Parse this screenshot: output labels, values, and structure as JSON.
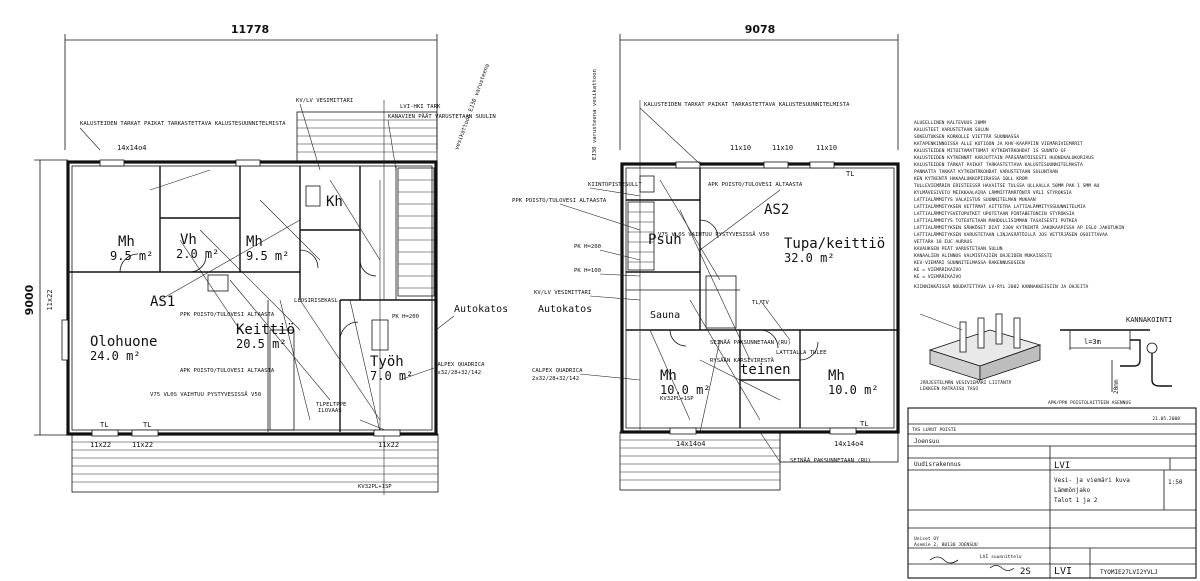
{
  "dimensions": {
    "left_width": "11778",
    "right_width": "9078",
    "height_main": "9000",
    "height_alt": "11x22"
  },
  "left_plan": {
    "rooms": [
      {
        "name": "Mh",
        "area": "9.5 m²",
        "key": "mh1"
      },
      {
        "name": "Mh",
        "area": "9.5 m²",
        "key": "mh2"
      },
      {
        "name": "Vh",
        "area": "2.0 m²",
        "key": "vh"
      },
      {
        "name": "Kh",
        "area": "",
        "key": "kh"
      },
      {
        "name": "AS1",
        "area": "",
        "key": "as1"
      },
      {
        "name": "Olohuone",
        "area": "24.0 m²",
        "key": "olohuone"
      },
      {
        "name": "Keittiö",
        "area": "20.5 m²",
        "key": "keittio"
      },
      {
        "name": "Työh",
        "area": "7.0 m²",
        "key": "tyoh"
      }
    ],
    "windows": [
      "14x14o4",
      "11x22",
      "11x22",
      "11x22"
    ],
    "labels": {
      "tl1": "TL",
      "tl2": "TL",
      "autokatos": "Autokatos",
      "kalustus": "KALUSTEIDEN TARKAT PAIKAT TARKASTETTAVA KALUSTESUUNNITELMISTA",
      "kv_vesi": "KV/LV VESIMITTARI",
      "lvi_hki": "LVI-HKI TARK",
      "kanava": "KANAVIEN PÄÄT VARUSTETAAN SUULIN",
      "vesikatto": "vesikattoon EJ30 varusteena",
      "ppk": "PPK POISTO/TULOVESI ALTAASTA",
      "apk": "APK POISTO/TULOVESI ALTAASTA",
      "v75": "V75 VL0S VAIHTUU PYSTYVESISSÄ V50",
      "pk_h200": "PK H=200",
      "kv32": "KV32PL+1SP",
      "calpex": "CALPEX QUADRICA",
      "calpex2": "2x32/28+32/142",
      "llosiseh": "LLOSIRISEKASL",
      "tlpelt": "TLPELTPPE",
      "ilovaas": "ILOVAAS"
    }
  },
  "right_plan": {
    "rooms": [
      {
        "name": "AS2",
        "area": "",
        "key": "as2"
      },
      {
        "name": "Tupa/keittiö",
        "area": "32.0 m²",
        "key": "tupa"
      },
      {
        "name": "Psuh",
        "area": "",
        "key": "psuh"
      },
      {
        "name": "Mh",
        "area": "10.0 m²",
        "key": "mh3"
      },
      {
        "name": "Mh",
        "area": "10.0 m²",
        "key": "mh4"
      },
      {
        "name": "teinen",
        "area": "",
        "key": "teinen"
      },
      {
        "name": "Sauna",
        "area": "",
        "key": "sauna"
      }
    ],
    "windows": [
      "11x10",
      "11x10",
      "11x10",
      "14x14o4",
      "14x14o4"
    ],
    "labels": {
      "tl1": "TL",
      "tl2": "TL",
      "kalustus": "KALUSTEIDEN TARKAT PAIKAT TARKASTETTAVA KALUSTESUUNNITELMISTA",
      "kiintopiste": "KIINTOPISTESULLT",
      "apk": "APK POISTO/TULOVESI ALTAASTA",
      "ppk": "PPK POISTO/TULOVESI ALTAASTA",
      "v75": "V75 VL0S VAIHTUU PYSTYVESISSÄ V50",
      "pk_h200": "PK H=200",
      "pk_h100": "PK H=100",
      "kv_vesi": "KV/LV VESIMITTARI",
      "autokatos": "Autokatos",
      "seinaa": "SEINÄÄ PAKSUNNETAAN (RU)",
      "ryssaa": "RYSÄÄN KARSIVIRESTÄ",
      "lattia": "LATTIALLA TULEE",
      "calpex": "CALPEX QUADRICA",
      "calpex2": "2x32/28+32/142",
      "kv32": "KV32PL+1SP",
      "seinaa2": "SEINÄÄ PAKSUNNETAAN (RU)",
      "tl_box": "TL/TV",
      "vesikatto": "EJ30 varusteena vesikattoon"
    }
  },
  "spec_notes": [
    "ALUEELLINEN KALTEVUUS 20MM",
    "KALUSTEET VARUSTETAAN SULUN",
    "SOKEUTUKSEN KORKOLLE VIETTÄÄ SUUNNASSA",
    "KATAPENKINNOISSA ALLE KOTIOON JA KHV-KAAPPIIN VIEMÄRIVIEMÄRIT",
    "KALUSTEIDEN MITOITAMATTOMAT KYTKENTÄKOHDAT 1S SUUNTO GF",
    "KALUSTEIDEN KYTKENNÄT KARJUTTAIN PÄÄSÄÄNTÖISESTI HUONEKALUKORJAUS",
    "KALUSTEIDEN TARKAT PAIKAT TARKASTETTAVA KALUSTESUUNNITELMASTA",
    "PANNATTA TAKKAT KYTKENTÄKOHDAT VARUSTETAAN SULUNTAAN",
    "KEN KYTKENTÄ HAKAALUKKOPIIRASSA 10LL KROM",
    "TULLEVIEMÄRIN ERISTEESSÄ HAVAITSE TULSSA ULLAALLA 50MM PAK 1 SMM AH",
    "KYLMÄVESIVETO MEIKKAALAIRA LÄMMITTÄMÄTÖNTÄ VÄLI STYROKSIA",
    "LATTIALÄMMITYS VALAISTUS SUUNNITELMAN MUKAAN",
    "LATTIALÄMMITYKSEN VETTÄMAT AITTETRA LATTIALÄMMITYSSUUNNITELMIA",
    "LATTIALÄMMITYSVETOPUTKET UPOTETAAN PINTABETONIIN STYROKSIA",
    "LATTIALÄMMITYS TOTEUTETAAN MAHDOLLISIMMAN TASAISESTI PUTKEA",
    "LATTIALÄMMITYKSEN SÄHKÖSET DIAT 230V KYTKENTÄ JAKOKAAPISSA AP ESLO JAKOTUKIN",
    "LATTIALÄMMITYKSEN VARUSTETAAN LINJASÄÄTÖILLÄ JOS VETTÄJÄSEN OSOITTAVAA",
    "VETTARA 18 EUC AURAUS",
    "KAVAUKSEN PEÄT VARUSTETAAN SULUN",
    "KANAALIEN ALINNUS VALMISTAJIEN OHJEIDEN MUKAISESTI",
    "KEV-VIEMÄRI SUUNNITELMASSA RAKENNUSOSIEN",
    "KE = VIEMÄRIKAIVO",
    "KE = VIEMÄRIKAIVO",
    "KIINNIKKÄISSÄ NOUDATETTAVA LV-RYL 2002 KANNAKKEISIIN JA OHJEITA"
  ],
  "details": {
    "kannakointi": "KANNAKOINTI",
    "spacing": "l=3m",
    "depth": "20mm",
    "left_caption": "JÄRJESTELMÄN VESIVIEMÄRI LIITÄNTÄ",
    "left_caption2": "LEKKEEN RATKAISU TASO",
    "right_caption": "APK/PPK POISTOLAITTEEN ASENNUS"
  },
  "title_block": {
    "revision_date": "21.05.2008",
    "rev_note": "TAS LUVUT POISTE",
    "project": "Joensuu",
    "client": "Uudisrakennus",
    "discipline": "LVI",
    "title_line1": "Vesi- ja viemäri kuva",
    "title_line2": "Lämmönjako",
    "title_line3": "Talot 1 ja 2",
    "scale": "1:50",
    "designer_company": "Uniset OY",
    "designer_address": "Asemie 2, 80130 JOENSUU",
    "designer_tel": "LVI suunnittelu",
    "sheet_code": "LVI",
    "drawing_no": "TYOMIE27LVI2YVLJ",
    "rev_label": "2S"
  }
}
